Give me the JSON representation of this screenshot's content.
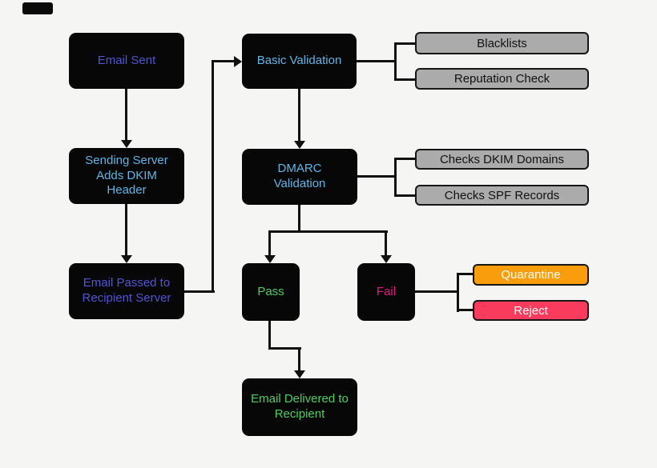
{
  "diagram": {
    "type": "flowchart",
    "nodes": {
      "email_sent": {
        "label": "Email Sent"
      },
      "sending_server": {
        "label": "Sending Server Adds DKIM Header"
      },
      "email_passed": {
        "label": "Email Passed to Recipient Server"
      },
      "basic_validation": {
        "label": "Basic Validation"
      },
      "blacklists": {
        "label": "Blacklists"
      },
      "reputation_check": {
        "label": "Reputation Check"
      },
      "dmarc_validation": {
        "label": "DMARC Validation"
      },
      "checks_dkim": {
        "label": "Checks DKIM Domains"
      },
      "checks_spf": {
        "label": "Checks SPF Records"
      },
      "pass": {
        "label": "Pass"
      },
      "fail": {
        "label": "Fail"
      },
      "quarantine": {
        "label": "Quarantine"
      },
      "reject": {
        "label": "Reject"
      },
      "email_delivered": {
        "label": "Email Delivered to Recipient"
      }
    },
    "edges": [
      {
        "from": "Email Sent",
        "to": "Sending Server Adds DKIM Header"
      },
      {
        "from": "Sending Server Adds DKIM Header",
        "to": "Email Passed to Recipient Server"
      },
      {
        "from": "Email Passed to Recipient Server",
        "to": "Basic Validation"
      },
      {
        "from": "Basic Validation",
        "to": "Blacklists"
      },
      {
        "from": "Basic Validation",
        "to": "Reputation Check"
      },
      {
        "from": "Basic Validation",
        "to": "DMARC Validation"
      },
      {
        "from": "DMARC Validation",
        "to": "Checks DKIM Domains"
      },
      {
        "from": "DMARC Validation",
        "to": "Checks SPF Records"
      },
      {
        "from": "DMARC Validation",
        "to": "Pass"
      },
      {
        "from": "DMARC Validation",
        "to": "Fail"
      },
      {
        "from": "Fail",
        "to": "Quarantine"
      },
      {
        "from": "Fail",
        "to": "Reject"
      },
      {
        "from": "Pass",
        "to": "Email Delivered to Recipient"
      }
    ],
    "colors": {
      "background": "#f5f5f4",
      "node_fill": "#070707",
      "flow_blue": "#5254d6",
      "validation_blue": "#5fb6e8",
      "pass_green": "#4dd05f",
      "fail_pink": "#e51b80",
      "quarantine_orange": "#f99d0d",
      "reject_red": "#f93b5d",
      "side_box_gray": "#ababab",
      "line": "#111111"
    }
  }
}
